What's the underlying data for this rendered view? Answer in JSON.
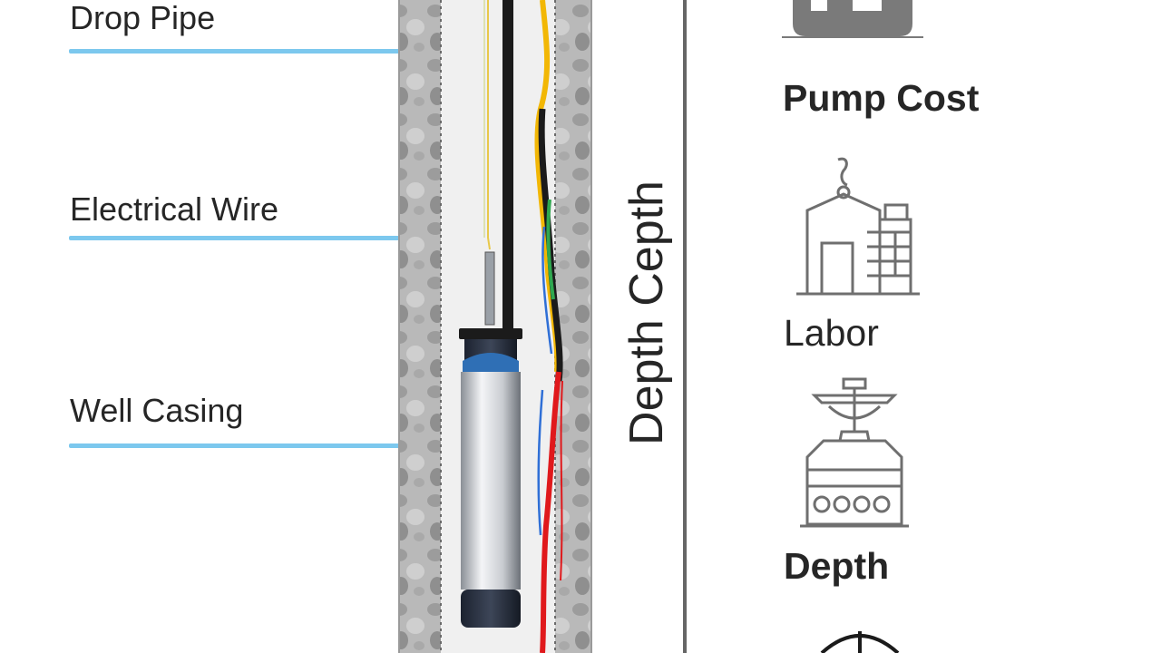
{
  "callouts": {
    "drop_pipe": "Drop Pipe",
    "electrical_wire": "Electrical Wire",
    "well_casing": "Well Casing"
  },
  "vertical_label": "Depth Cepth",
  "side_panel": {
    "pump_cost": "Pump Cost",
    "labor": "Labor",
    "depth": "Depth"
  },
  "icons": [
    "pump-cost-icon",
    "labor-building-icon",
    "depth-rig-icon",
    "gauge-icon"
  ],
  "colors": {
    "leader": "#7cc8ee",
    "text": "#262626",
    "wire_red": "#e0191c",
    "wire_yellow": "#f2b705",
    "wire_green": "#2fa84f",
    "wire_blue": "#2f6fd6",
    "pump_blue": "#2f6fb5"
  }
}
